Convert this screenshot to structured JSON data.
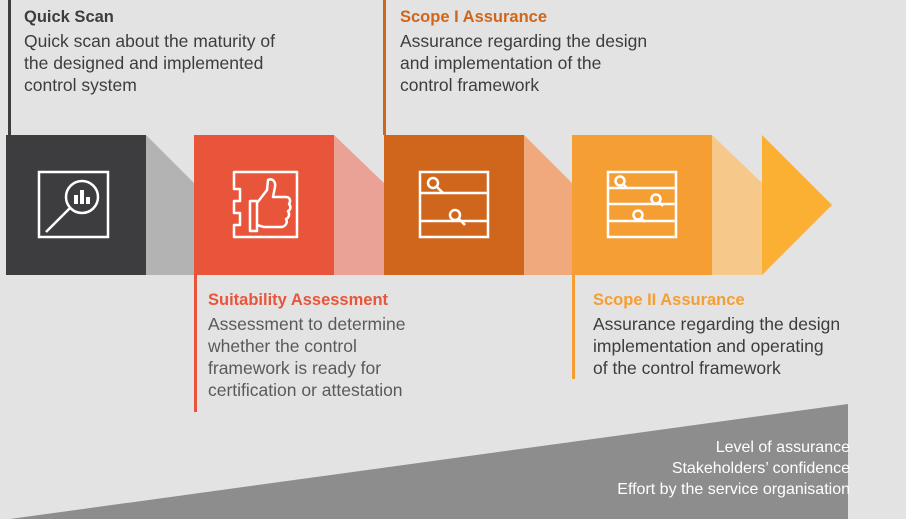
{
  "colors": {
    "dark": "#3d3d3f",
    "red": "#e8553a",
    "orange": "#d0661b",
    "amber": "#f59e33",
    "yellow": "#fbb034",
    "gray": "#8d8d8e"
  },
  "steps": [
    {
      "title": "Quick Scan",
      "desc_lines": [
        "Quick scan about the maturity of",
        "the designed and implemented",
        "control system"
      ],
      "icon": "magnifier-chart-icon"
    },
    {
      "title": "Suitability Assessment",
      "desc_lines": [
        "Assessment to determine",
        "whether the control",
        "framework is ready for",
        "certification or attestation"
      ],
      "icon": "thumbs-up-icon"
    },
    {
      "title": "Scope I Assurance",
      "desc_lines": [
        "Assurance regarding the design",
        "and implementation of the",
        "control framework"
      ],
      "icon": "sliders-two-icon"
    },
    {
      "title": "Scope II Assurance",
      "desc_lines": [
        "Assurance regarding the design",
        "implementation and operating",
        "of the control framework"
      ],
      "icon": "sliders-three-icon"
    }
  ],
  "scale": {
    "lines": [
      "Level of assurance",
      "Stakeholders’ confidence",
      "Effort by the service organisation"
    ]
  }
}
